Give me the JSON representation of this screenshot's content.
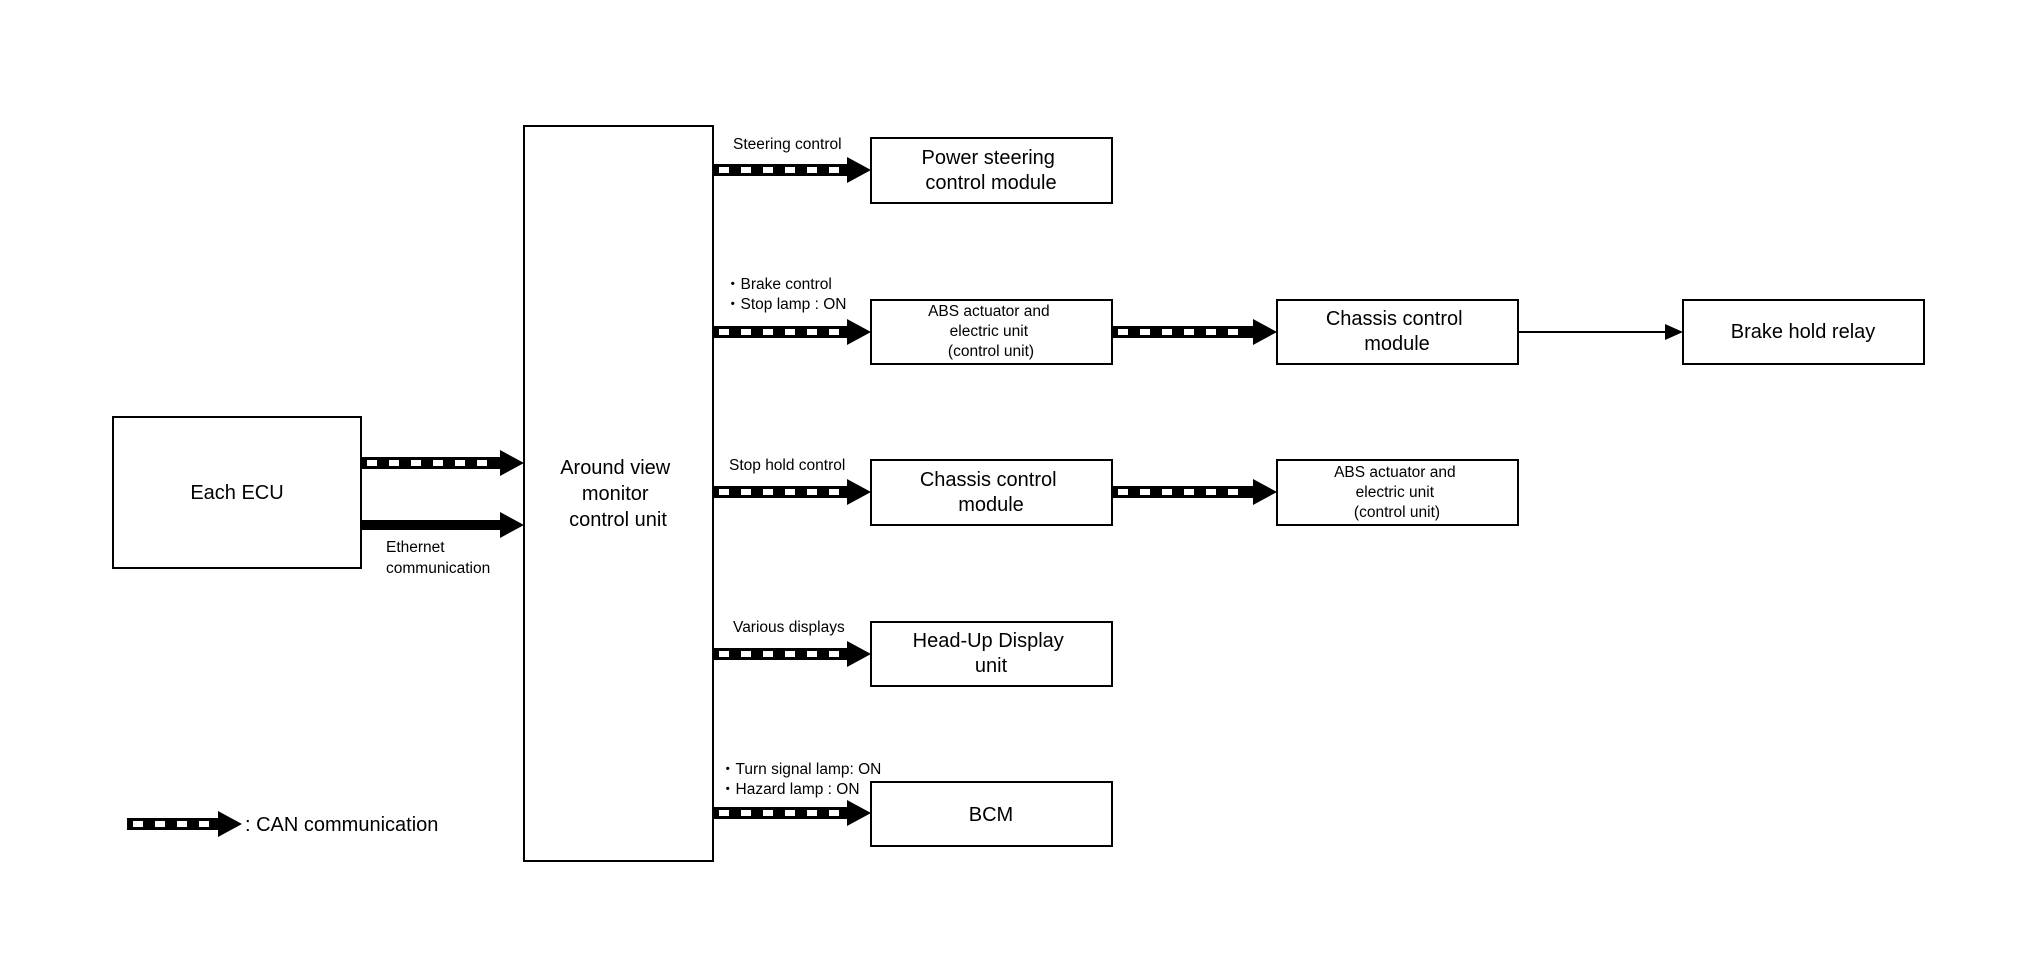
{
  "diagram": {
    "nodes": {
      "each_ecu": [
        "Each ECU"
      ],
      "avm": [
        "Around view",
        "monitor",
        "control unit"
      ],
      "power_steering": [
        "Power steering",
        "control module"
      ],
      "abs1": [
        "ABS actuator and",
        "electric unit",
        "(control unit)"
      ],
      "chassis1": [
        "Chassis control",
        "module"
      ],
      "brake_hold_relay": [
        "Brake hold relay"
      ],
      "chassis2": [
        "Chassis control",
        "module"
      ],
      "abs2": [
        "ABS actuator and",
        "electric unit",
        "(control unit)"
      ],
      "hud": [
        "Head-Up Display",
        "unit"
      ],
      "bcm": [
        "BCM"
      ]
    },
    "edge_labels": {
      "ethernet": [
        "Ethernet",
        "communication"
      ],
      "steering": [
        "Steering control"
      ],
      "brake": [
        "・Brake control",
        "・Stop lamp : ON"
      ],
      "stop_hold": [
        "Stop hold control"
      ],
      "various": [
        "Various displays"
      ],
      "turn_hazard": [
        "・Turn signal lamp: ON",
        "・Hazard lamp : ON"
      ]
    },
    "legend": {
      "label": ": CAN communication"
    }
  }
}
